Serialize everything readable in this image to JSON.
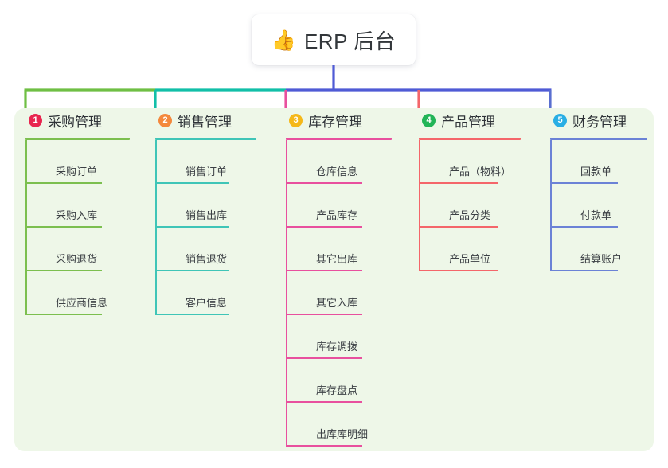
{
  "root": {
    "icon": "thumbs-up-icon",
    "emoji": "👍",
    "title": "ERP 后台"
  },
  "theme": {
    "page_background": "#ffffff",
    "panel_background": "#eef7e8",
    "text_color": "#3c4045"
  },
  "trunk": {
    "color": "#4f5bd5"
  },
  "connector_segments": [
    {
      "name": "segment-col1-col2",
      "color": "#6fbf44"
    },
    {
      "name": "segment-col2-col3",
      "color": "#12bfa8"
    },
    {
      "name": "segment-col3-col5",
      "color": "#4f5bd5"
    }
  ],
  "columns": [
    {
      "index": "1",
      "title": "采购管理",
      "badge_color": "#e8264f",
      "line_color": "#7cbf4f",
      "drop_color": "#6fbf44",
      "items": [
        {
          "label": "采购订单"
        },
        {
          "label": "采购入库"
        },
        {
          "label": "采购退货"
        },
        {
          "label": "供应商信息"
        }
      ]
    },
    {
      "index": "2",
      "title": "销售管理",
      "badge_color": "#f4883c",
      "line_color": "#3fc5b7",
      "drop_color": "#12bfa8",
      "items": [
        {
          "label": "销售订单"
        },
        {
          "label": "销售出库"
        },
        {
          "label": "销售退货"
        },
        {
          "label": "客户信息"
        }
      ]
    },
    {
      "index": "3",
      "title": "库存管理",
      "badge_color": "#f5b819",
      "line_color": "#e8509e",
      "drop_color": "#e8509e",
      "items": [
        {
          "label": "仓库信息"
        },
        {
          "label": "产品库存"
        },
        {
          "label": "其它出库"
        },
        {
          "label": "其它入库"
        },
        {
          "label": "库存调拨"
        },
        {
          "label": "库存盘点"
        },
        {
          "label": "出库库明细"
        }
      ]
    },
    {
      "index": "4",
      "title": "产品管理",
      "badge_color": "#22b457",
      "line_color": "#f4666a",
      "drop_color": "#f4666a",
      "items": [
        {
          "label": "产品（物料）"
        },
        {
          "label": "产品分类"
        },
        {
          "label": "产品单位"
        }
      ]
    },
    {
      "index": "5",
      "title": "财务管理",
      "badge_color": "#29aee4",
      "line_color": "#6b82d6",
      "drop_color": "#5a6fd0",
      "items": [
        {
          "label": "回款单"
        },
        {
          "label": "付款单"
        },
        {
          "label": "结算账户"
        }
      ]
    }
  ]
}
